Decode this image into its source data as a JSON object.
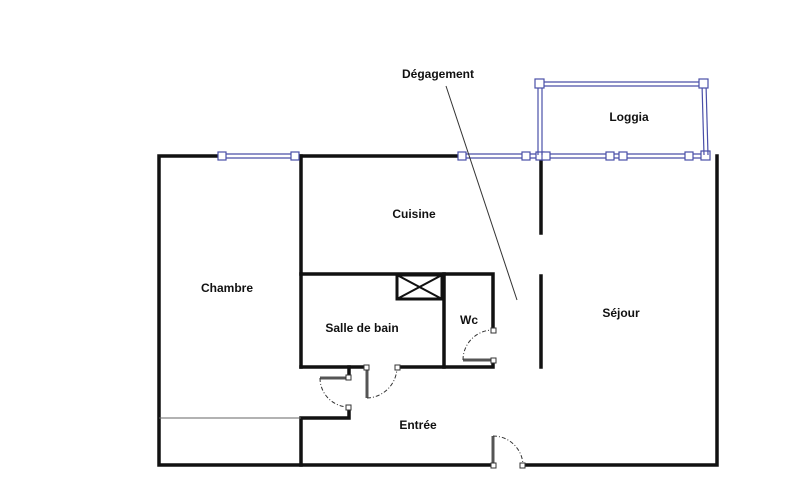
{
  "rooms": {
    "degagement": "Dégagement",
    "loggia": "Loggia",
    "cuisine": "Cuisine",
    "chambre": "Chambre",
    "salle_de_bain": "Salle de bain",
    "wc": "Wc",
    "sejour": "Séjour",
    "entree": "Entrée"
  },
  "colors": {
    "wall": "#111111",
    "window": "#4a4fa8"
  }
}
